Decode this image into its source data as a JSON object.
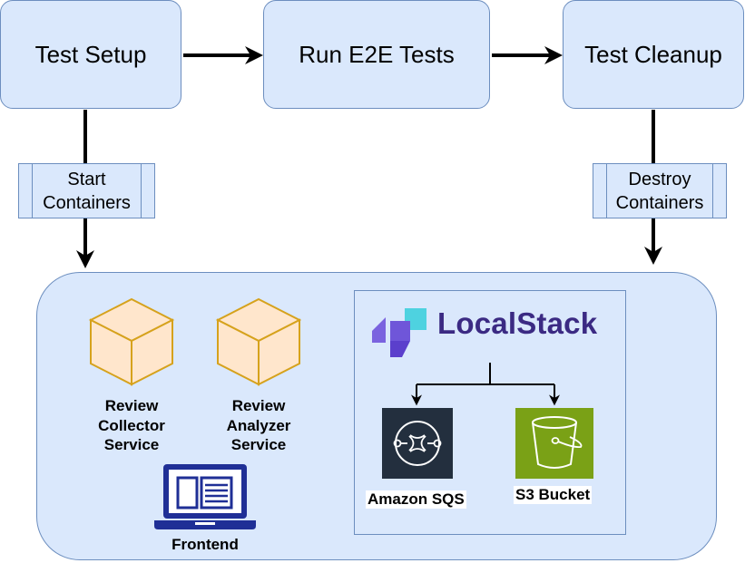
{
  "steps": {
    "setup": "Test Setup",
    "run": "Run E2E Tests",
    "cleanup": "Test Cleanup"
  },
  "actions": {
    "start": [
      "Start",
      "Containers"
    ],
    "destroy": [
      "Destroy",
      "Containers"
    ]
  },
  "services": {
    "collector": [
      "Review",
      "Collector",
      "Service"
    ],
    "analyzer": [
      "Review",
      "Analyzer",
      "Service"
    ],
    "frontend": "Frontend"
  },
  "localstack": {
    "brand": "LocalStack",
    "sqs": "Amazon SQS",
    "s3": "S3 Bucket"
  },
  "colors": {
    "box_fill": "#dae8fc",
    "box_stroke": "#6c8ebf",
    "cube_fill": "#ffe6cc",
    "cube_stroke": "#d6a21c",
    "laptop": "#1f2f96",
    "sqs_bg": "#232f3e",
    "s3_bg": "#7aa116",
    "localstack_text": "#3b2a83"
  },
  "icons": [
    "cube-icon",
    "laptop-icon",
    "localstack-logo-icon",
    "sqs-icon",
    "s3-bucket-icon"
  ]
}
